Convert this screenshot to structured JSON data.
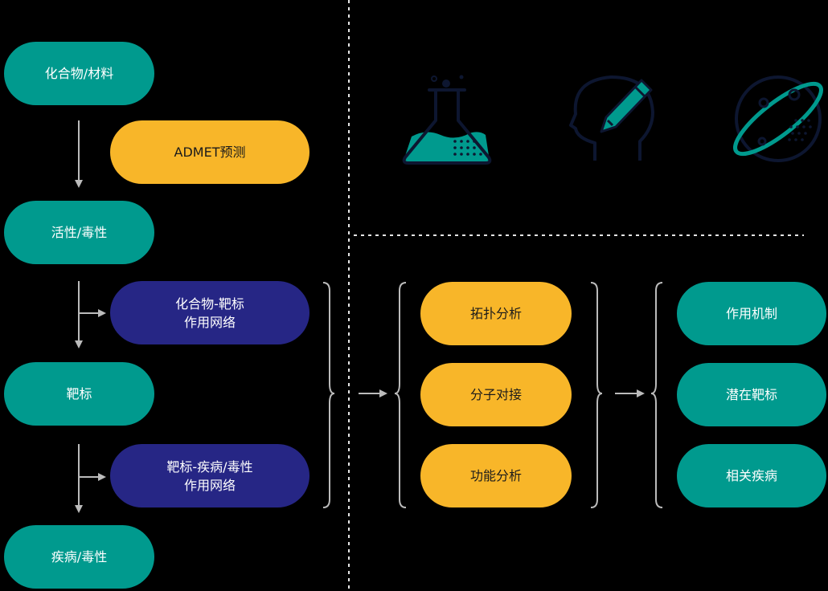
{
  "colors": {
    "background": "#000000",
    "teal": "#009a8e",
    "yellow": "#f8b629",
    "navy": "#262685",
    "line": "#e6e6e6",
    "arrow": "#bbbbbb",
    "icon_stroke": "#0d1630"
  },
  "left_column": {
    "compound": "化合物/材料",
    "admet": "ADMET预测",
    "activity": "活性/毒性",
    "compound_target_network": [
      "化合物-靶标",
      "作用网络"
    ],
    "target": "靶标",
    "target_disease_network": [
      "靶标-疾病/毒性",
      "作用网络"
    ],
    "disease": "疾病/毒性"
  },
  "methods": [
    "拓扑分析",
    "分子对接",
    "功能分析"
  ],
  "outcomes": [
    "作用机制",
    "潜在靶标",
    "相关疾病"
  ],
  "icons": [
    "flask-icon",
    "head-pencil-icon",
    "planet-icon"
  ]
}
